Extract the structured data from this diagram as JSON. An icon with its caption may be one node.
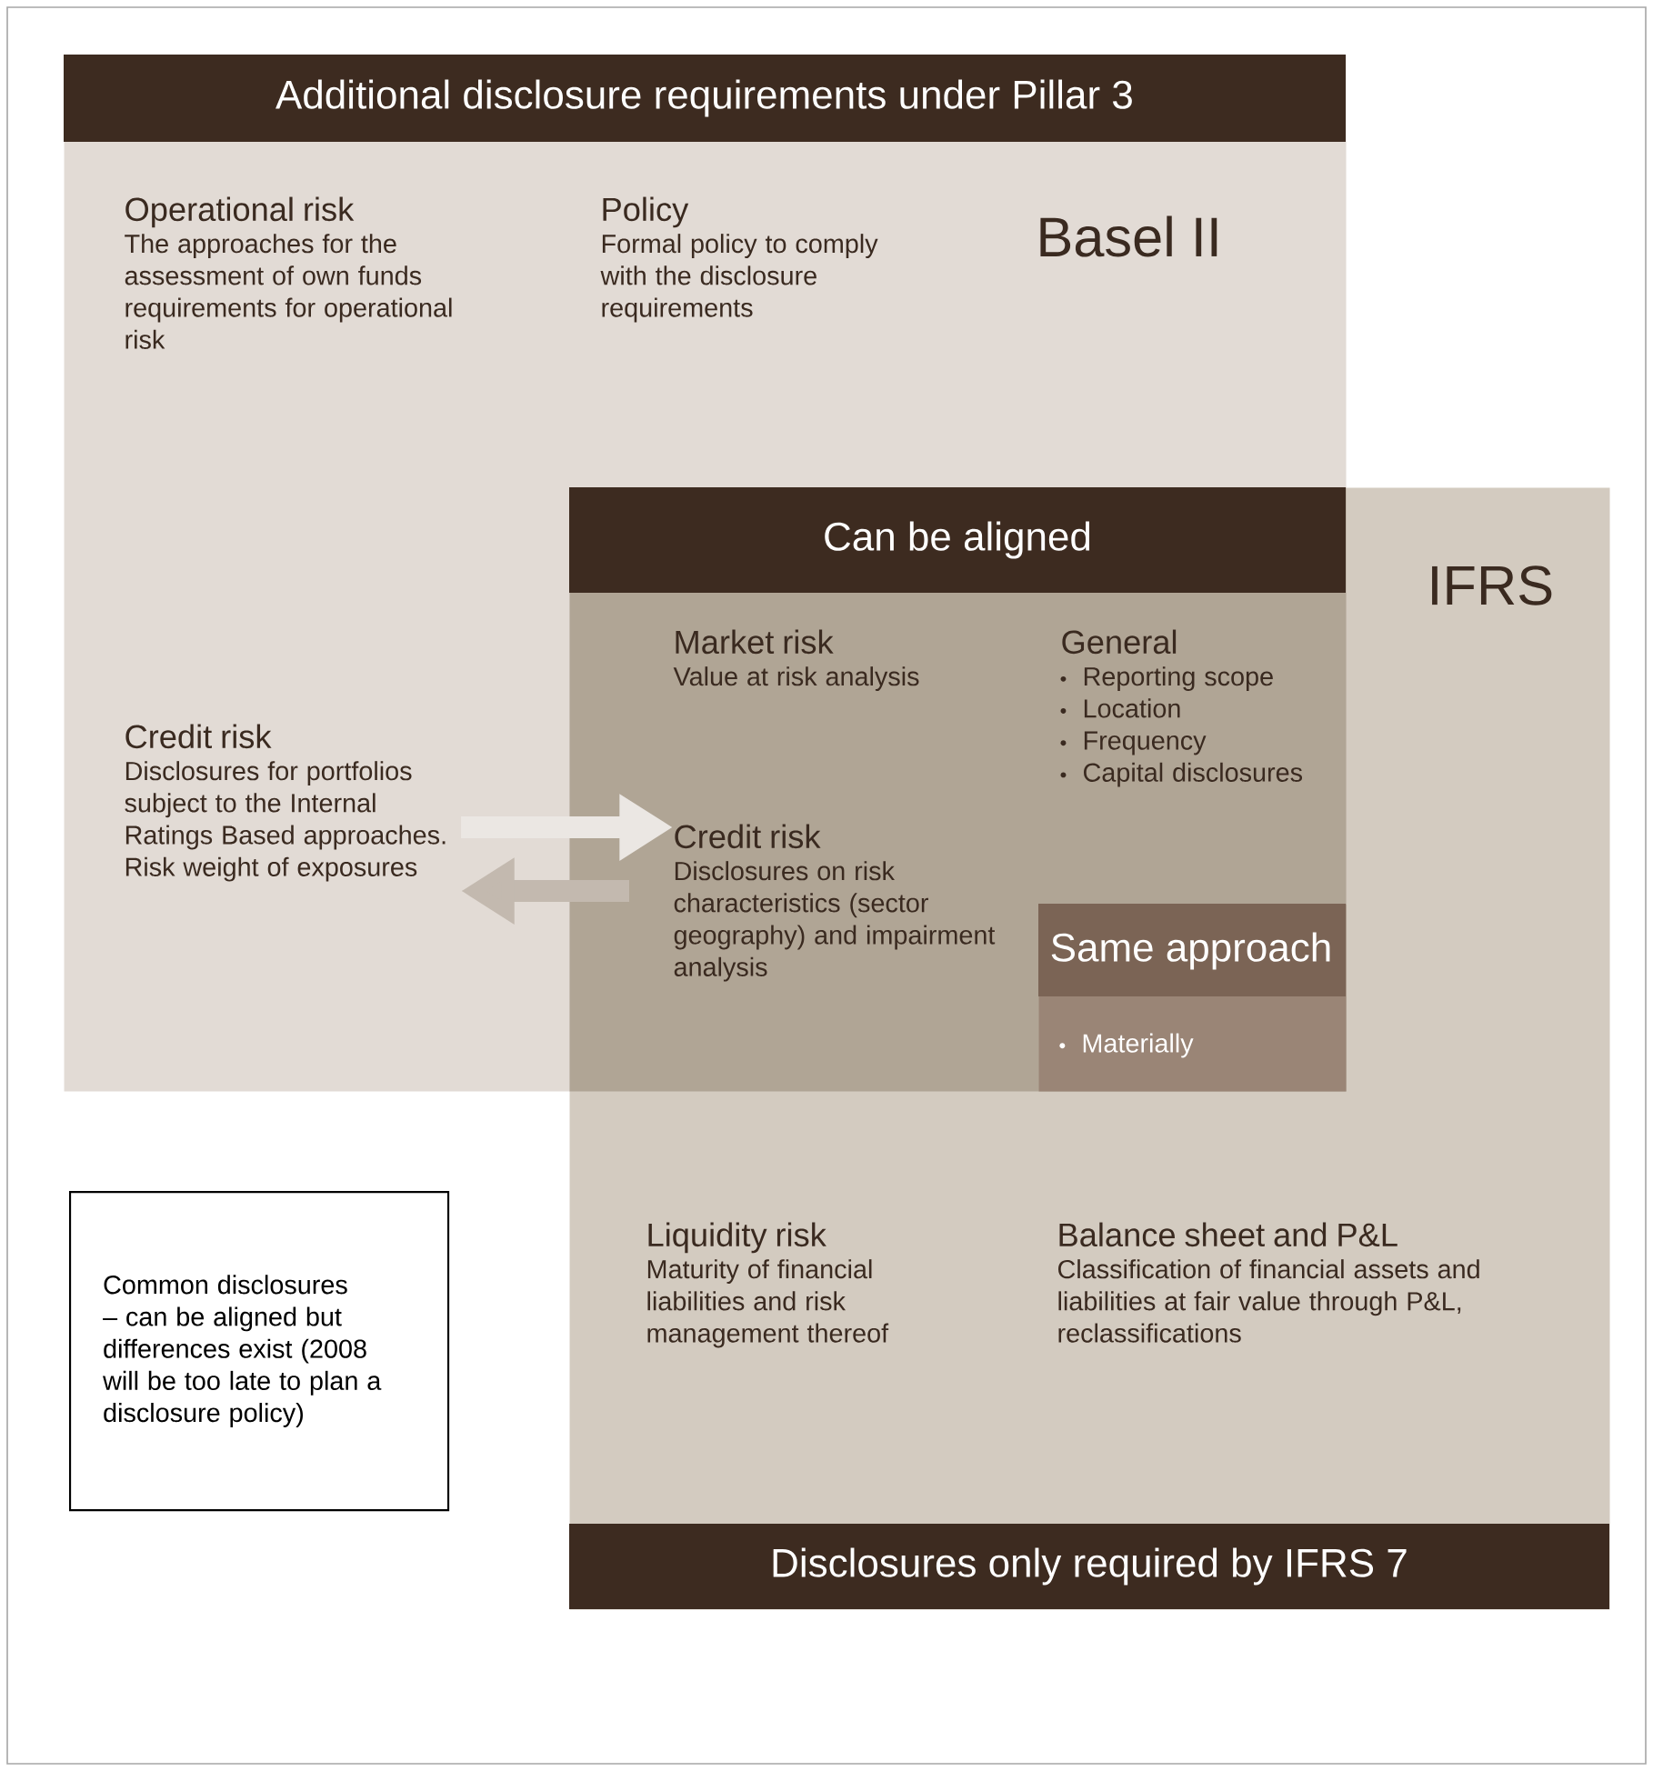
{
  "diagram": {
    "nodes": [
      {
        "text": [
          "Additional disclosure requirements under Pillar 3",
          "Basel II"
        ]
      },
      {
        "text": [
          "Operational risk",
          "The approaches for the assessment of own funds requirements for operational risk"
        ],
        "in": 0
      },
      {
        "text": [
          "Policy",
          "Formal policy to comply with the disclosure requirements"
        ],
        "in": 0
      },
      {
        "text": [
          "Credit risk",
          "Disclosures for portfolios subject to the Internal Ratings Based approaches. Risk weight of exposures"
        ],
        "in": 0
      },
      {
        "text": [
          "IFRS",
          "Disclosures only required by IFRS 7"
        ]
      },
      {
        "text": [
          "Can be aligned"
        ]
      },
      {
        "text": [
          "Market risk",
          "Value at risk analysis"
        ],
        "in": 5
      },
      {
        "text": [
          "General",
          "Reporting scope",
          "Location",
          "Frequency",
          "Capital disclosures"
        ],
        "in": 5
      },
      {
        "text": [
          "Credit risk",
          "Disclosures on risk characteristics (sector geography) and impairment analysis"
        ],
        "in": 5
      },
      {
        "text": [
          "Same approach",
          "Materially"
        ],
        "in": 5
      },
      {
        "text": [
          "Liquidity risk",
          "Maturity of financial liabilities and risk management thereof"
        ],
        "in": 4
      },
      {
        "text": [
          "Balance sheet and P&L",
          "Classification of financial assets and liabilities at fair value through P&L, reclassifications"
        ],
        "in": 4
      },
      {
        "text": [
          "Common disclosures – can be aligned but differences exist (2008 will be too late to plan a disclosure policy)"
        ]
      }
    ],
    "edges": [
      {
        "from": 3,
        "to": 8,
        "arrow": "to",
        "color": "#ebe7e3"
      },
      {
        "from": 8,
        "to": 3,
        "arrow": "to",
        "color": "#c3b9af"
      }
    ]
  }
}
